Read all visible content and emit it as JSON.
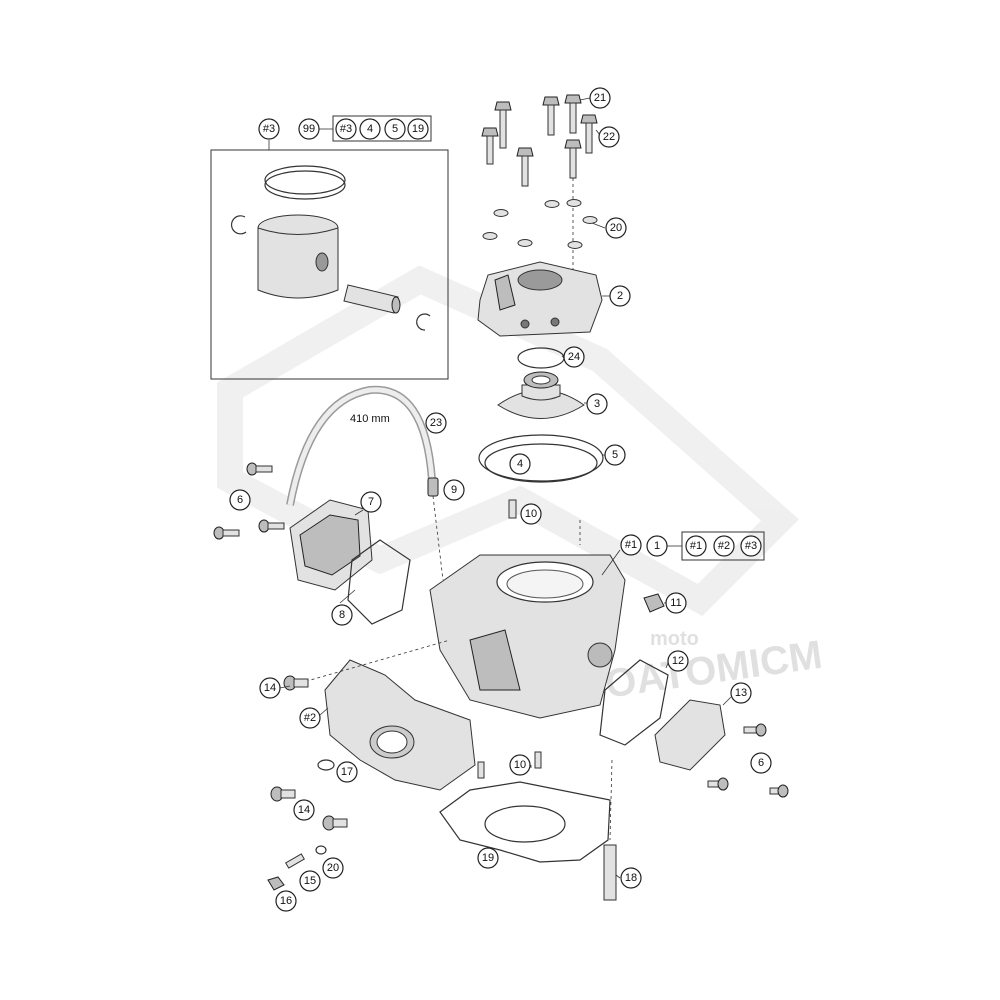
{
  "watermark": {
    "text_1": "moto",
    "text_2": "MOTOATOMICM"
  },
  "hose_length_note": "410 mm",
  "kits": {
    "piston_kit": {
      "label": "#3"
    },
    "set_99": {
      "labels": [
        "99",
        "#3",
        "4",
        "5",
        "19"
      ]
    },
    "set_1": {
      "labels": [
        "1",
        "#1",
        "#2",
        "#3"
      ]
    }
  },
  "callouts": [
    "21",
    "22",
    "20",
    "2",
    "24",
    "3",
    "23",
    "5",
    "4",
    "9",
    "6",
    "7",
    "10",
    "#1",
    "8",
    "11",
    "12",
    "13",
    "14",
    "#2",
    "17",
    "6",
    "10",
    "14",
    "20",
    "19",
    "15",
    "16",
    "18"
  ]
}
